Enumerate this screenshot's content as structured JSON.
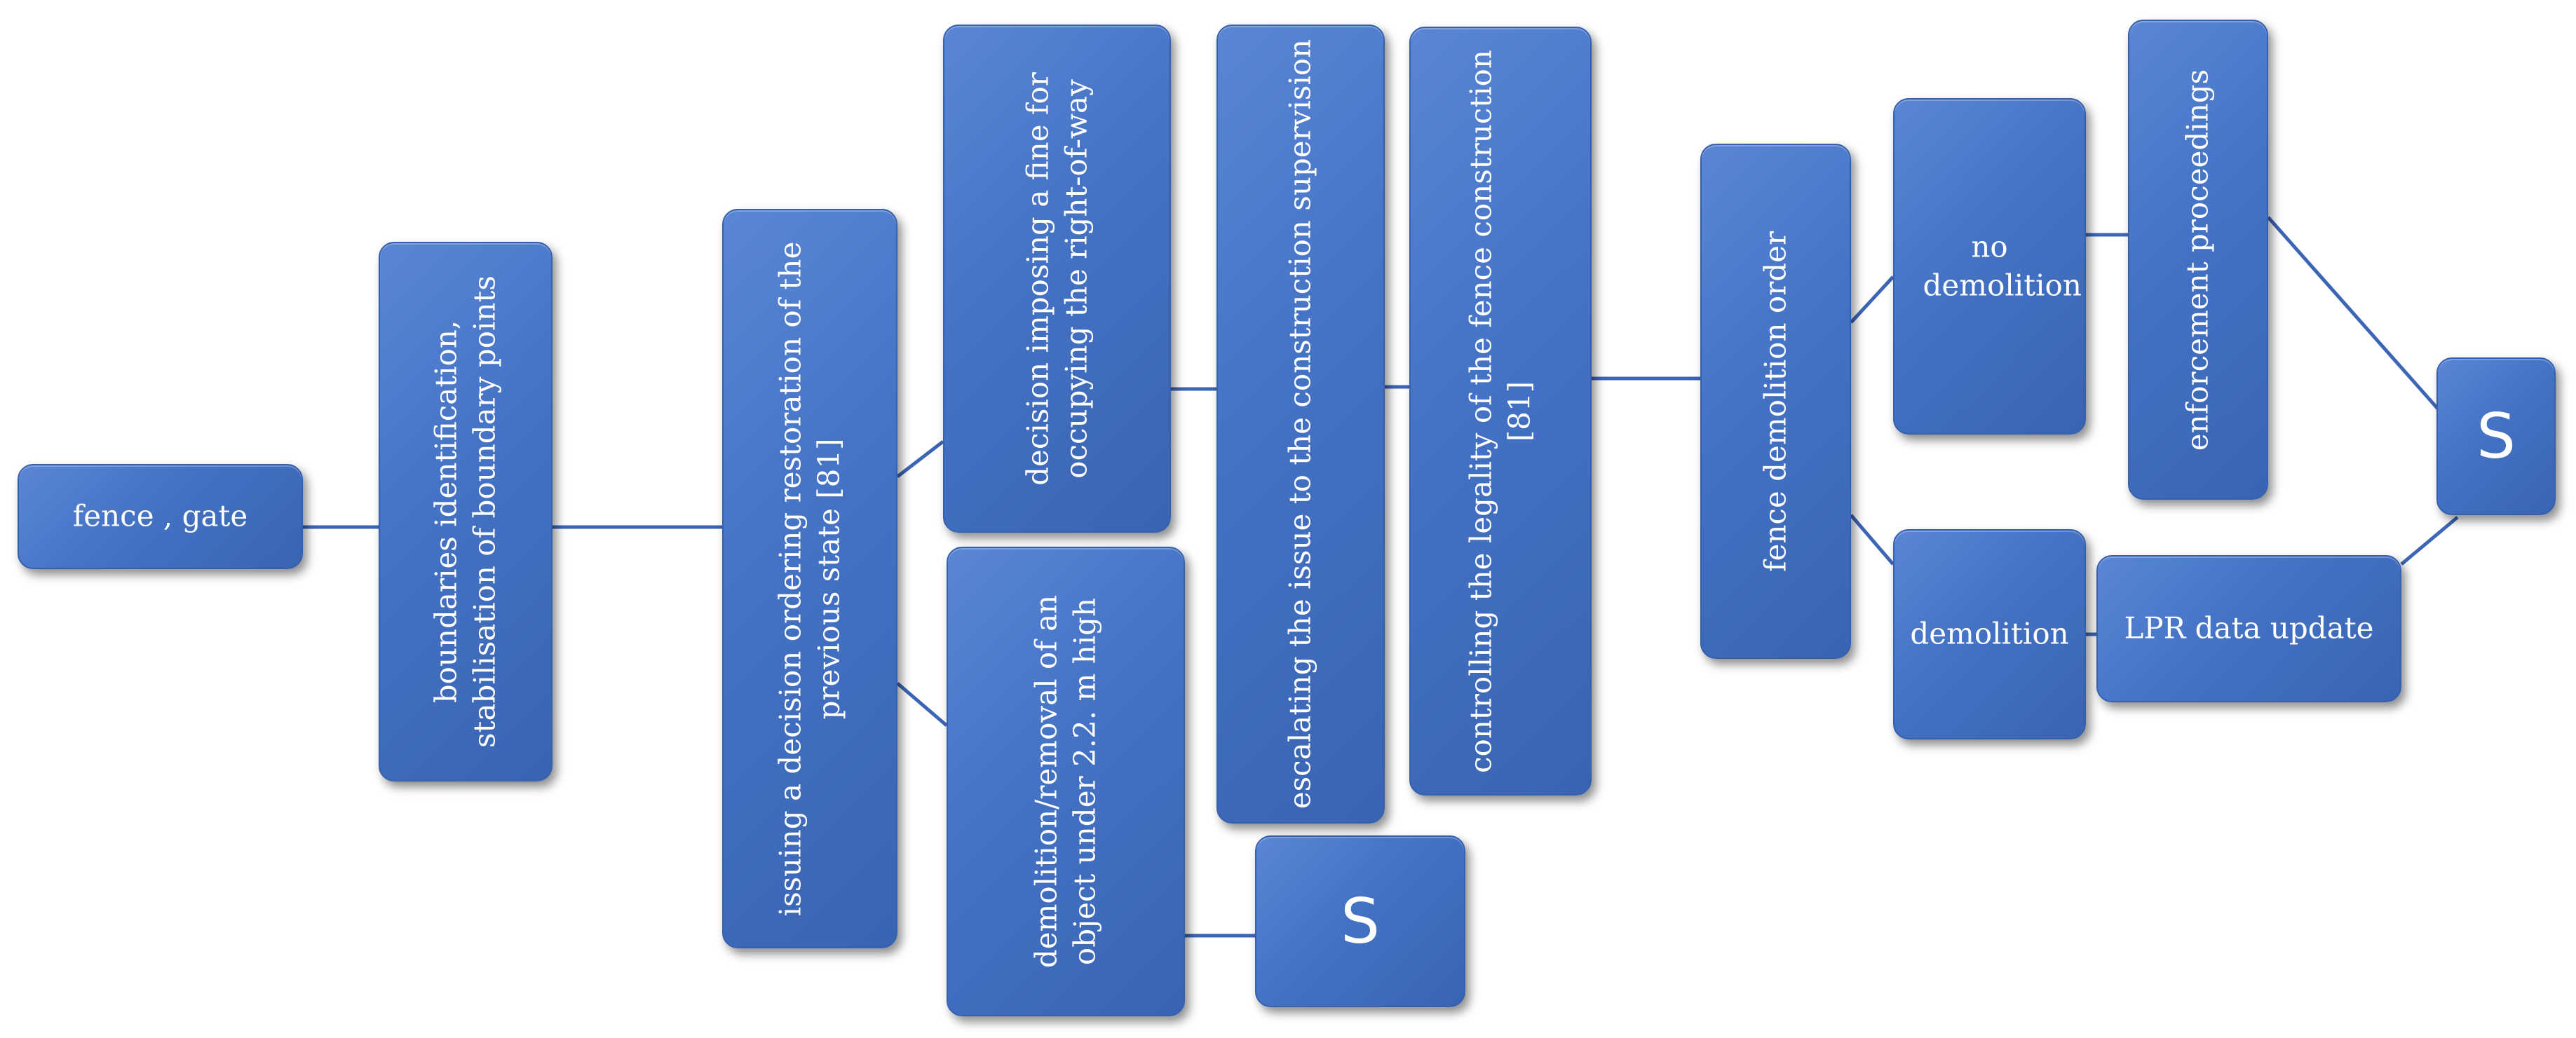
{
  "nodes": {
    "fence_gate": "fence , gate",
    "boundaries": "boundaries identification, stabilisation of boundary points",
    "restoration": "issuing a decision ordering restoration of the previous state [81]",
    "fine": "decision imposing a fine for occupying the right-of-way",
    "demolition_small": "demolition/removal of an object under 2.2. m high",
    "s_bottom": "S",
    "escalating": "escalating the issue to the construction supervision",
    "legality": "controlling the legality of the fence construction [81]",
    "demolition_order": "fence demolition order",
    "no_demolition": "no demolition",
    "enforcement": "enforcement proceedings",
    "s_right": "S",
    "demolition": "demolition",
    "lpr_update": "LPR data update"
  },
  "colors": {
    "box": "#4472c4",
    "line": "#3d65b5",
    "text": "#ffffff"
  }
}
